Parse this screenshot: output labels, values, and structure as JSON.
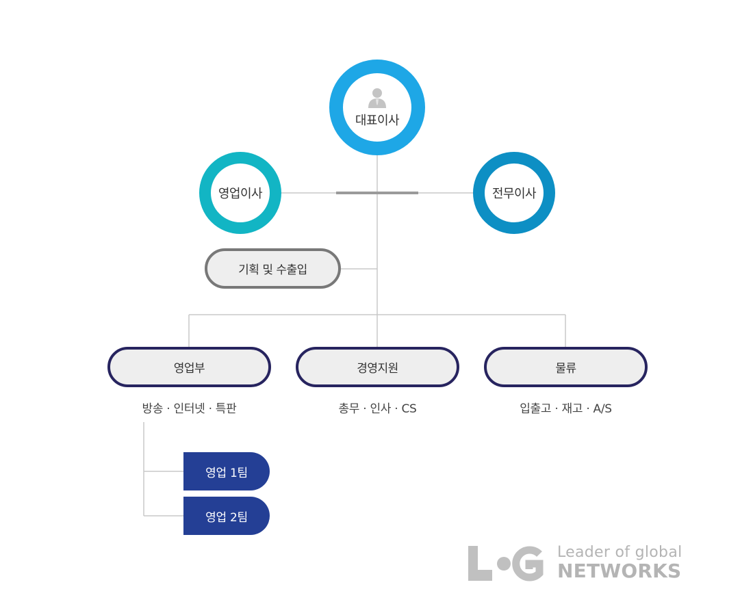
{
  "org": {
    "ceo": "대표이사",
    "sales_director": "영업이사",
    "managing_director": "전무이사",
    "planning": "기획 및 수출입",
    "departments": [
      {
        "name": "영업부",
        "duties": "방송 · 인터넷 · 특판"
      },
      {
        "name": "경영지원",
        "duties": "총무 · 인사 · CS"
      },
      {
        "name": "물류",
        "duties": "입출고 · 재고 · A/S"
      }
    ],
    "teams": [
      "영업 1팀",
      "영업 2팀"
    ]
  },
  "logo": {
    "line1": "Leader of global",
    "line2": "NETWORKS"
  },
  "colors": {
    "ceo_ring": "#1ea7e6",
    "sales_director_ring": "#12b5c4",
    "managing_director_ring": "#0d8fc4",
    "department_border": "#27245f",
    "team_fill": "#243f95",
    "connector": "#c8c8c8",
    "connector_bar": "#9a9a9a",
    "logo_gray": "#b4b4b4"
  },
  "icons": {
    "ceo": "person-icon"
  }
}
